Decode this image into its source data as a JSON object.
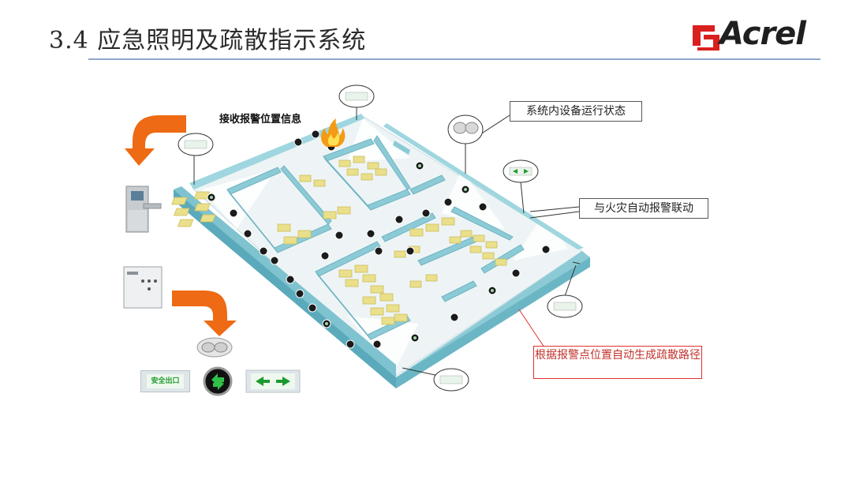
{
  "header": {
    "title": "3.4 应急照明及疏散指示系统",
    "brand": "Acrel"
  },
  "labels": {
    "alarm_receive": "接收报警位置信息",
    "device_status": "系统内设备运行状态",
    "fire_linkage": "与火灾自动报警联动",
    "auto_route": "根据报警点位置自动生成疏散路径",
    "exit_sign_text": "安全出口"
  },
  "colors": {
    "brand_red": "#d9201f",
    "arrow_orange": "#ee6a14",
    "wall_teal": "#8ccbd6",
    "floor_white": "#eef4f6",
    "desk_yellow": "#eadf8a",
    "exit_green": "#1d9a2e",
    "route_callout_red": "#e03030"
  },
  "icons": [
    "orange-curved-arrow-icon",
    "control-computer-icon",
    "distribution-cabinet-icon",
    "emergency-light-icon",
    "exit-sign-icon",
    "round-indicator-icon",
    "arrow-indicator-icon",
    "fire-icon"
  ]
}
